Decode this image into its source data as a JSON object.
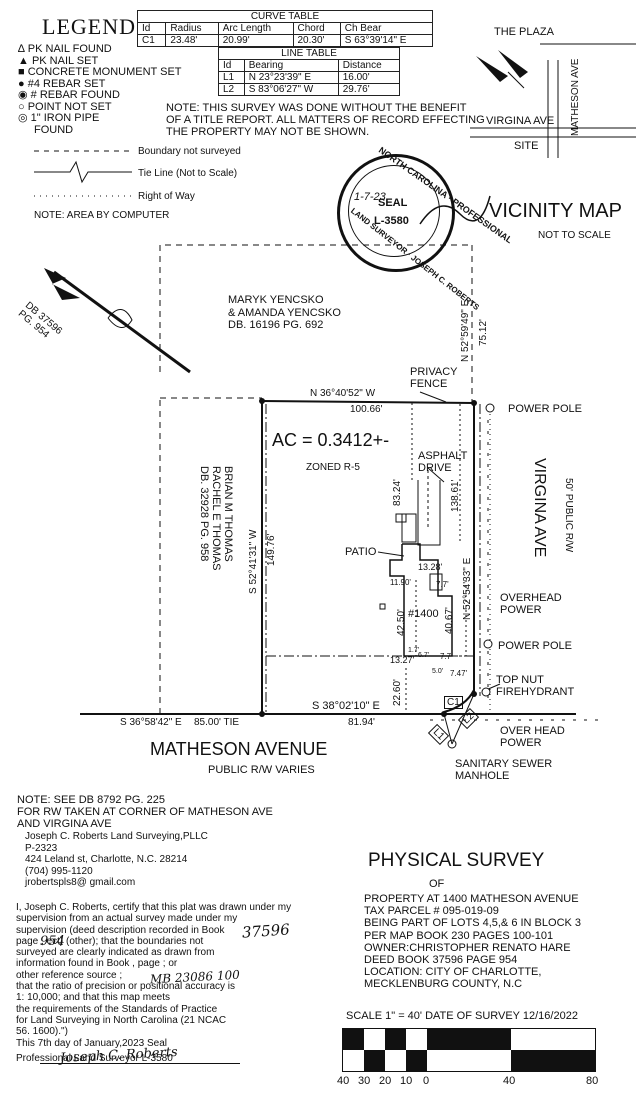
{
  "legend": {
    "title": "LEGEND",
    "items": [
      "PK NAIL FOUND",
      "PK NAIL SET",
      "CONCRETE MONUMENT SET",
      "#4 REBAR SET",
      "# REBAR FOUND",
      "POINT NOT SET",
      "1\" IRON PIPE",
      "FOUND"
    ],
    "lines": [
      "Boundary not surveyed",
      "Tie Line (Not to Scale)",
      "Right of Way"
    ],
    "note": "NOTE: AREA BY COMPUTER"
  },
  "curve_table": {
    "title": "CURVE TABLE",
    "headers": [
      "Id",
      "Radius",
      "Arc Length",
      "Chord",
      "Ch Bear"
    ],
    "rows": [
      [
        "C1",
        "23.48'",
        "20.99'",
        "20.30'",
        "S 63°39'14\" E"
      ]
    ]
  },
  "line_table": {
    "title": "LINE TABLE",
    "headers": [
      "Id",
      "Bearing",
      "Distance"
    ],
    "rows": [
      [
        "L1",
        "N 23°23'39\" E",
        "16.00'"
      ],
      [
        "L2",
        "S 83°06'27\" W",
        "29.76'"
      ]
    ]
  },
  "title_note": [
    "NOTE: THIS SURVEY WAS DONE WITHOUT THE BENEFIT",
    "OF A TITLE REPORT. ALL MATTERS OF RECORD EFFECTING",
    "THE PROPERTY MAY NOT BE SHOWN."
  ],
  "vicinity": {
    "plaza": "THE PLAZA",
    "matheson": "MATHESON AVE",
    "virgina": "VIRGINA AVE",
    "site": "SITE",
    "title": "VICINITY MAP",
    "scale": "NOT TO SCALE"
  },
  "seal": {
    "outer": "NORTH CAROLINA · PROFESSIONAL",
    "bottom": "LAND SURVEYOR · JOSEPH C. ROBERTS",
    "seal": "SEAL",
    "number": "L-3580",
    "date": "1-7-23"
  },
  "plat": {
    "db_note": [
      "DB 37596",
      "PG. 954"
    ],
    "neighbor_north": [
      "MARYK YENCSKO",
      "& AMANDA YENCSKO",
      "DB. 16196 PG. 692"
    ],
    "neighbor_west": [
      "BRIAN M THOMAS",
      "RACHEL E THOMAS",
      "DB. 32928 PG. 958"
    ],
    "n_bearing_east": "N 52°59'49\" E",
    "d_east_top": "75.12'",
    "privacy": [
      "PRIVACY",
      "FENCE"
    ],
    "n_bearing_north": "N 36°40'52\" W",
    "d_north": "100.66'",
    "power_pole_1": "POWER POLE",
    "area": "AC = 0.3412+-",
    "zoned": "ZONED R-5",
    "asphalt": [
      "ASPHALT",
      "DRIVE"
    ],
    "d_8324": "83.24'",
    "d_13861": "138.61'",
    "virgina_ave": "VIRGINA AVE",
    "public_rw": "50' PUBLIC R/W",
    "west_bearing": "S 52°41'31\" W",
    "d_west": "149.76'",
    "patio": "PATIO",
    "d_1328": "13.28'",
    "d_1190": "11.90'",
    "d_77a": "7.7'",
    "e_bearing": "N 52°54'33\" E",
    "overhead_power": [
      "OVERHEAD",
      "POWER"
    ],
    "house": "#1400",
    "d_4250": "42.50'",
    "d_4067": "40.67'",
    "power_pole_2": "POWER POLE",
    "d_17": "1.7'",
    "d_67": "6.7'",
    "d_77b": "7.7'",
    "d_1327": "13.27'",
    "d_50": "5.0'",
    "d_747": "7.47'",
    "d_2260": "22.60'",
    "top_nut": [
      "TOP NUT",
      "FIREHYDRANT"
    ],
    "c1": "C1",
    "s_bearing_front": "S 38°02'10\" E",
    "s_bearing_tie": "S 36°58'42\" E",
    "d_8500": "85.00' TIE",
    "d_8194": "81.94'",
    "l1": "L1",
    "l2": "L2",
    "overhead_power_2": [
      "OVER HEAD",
      "POWER"
    ],
    "street": "MATHESON AVENUE",
    "street_rw": "PUBLIC R/W VARIES",
    "sewer": [
      "SANITARY SEWER",
      "MANHOLE"
    ]
  },
  "rw_note": [
    "NOTE: SEE DB 8792 PG. 225",
    "FOR RW TAKEN AT CORNER OF MATHESON AVE",
    "AND VIRGINA AVE"
  ],
  "surveyor": [
    "Joseph C. Roberts Land Surveying,PLLC",
    "P-2323",
    "424 Leland st, Charlotte, N.C. 28214",
    "(704) 995-1120",
    "jrobertspls8@ gmail.com"
  ],
  "certification": [
    "I, Joseph C. Roberts, certify that this plat was drawn under my",
    "supervision from an actual survey made under my",
    "supervision (deed description recorded in Book",
    "page       , ect) (other); that the boundaries not",
    "surveyed are clearly indicated as drawn from",
    "information found in Book          , page          ; or",
    "other reference source                            ;",
    "that the ratio of precision or positional accuracy is",
    "1: 10,000; and that this map meets",
    "the requirements of the Standards of Practice",
    "for Land Surveying in North Carolina (21 NCAC",
    "56. 1600).\")",
    "This 7th day of January,2023 Seal",
    "Professional Land Surveyor L-3580"
  ],
  "handwriting": {
    "book": "37596",
    "page": "954",
    "mb": "MB 23086 100",
    "signature": "Joseph C. Roberts"
  },
  "physical_survey": {
    "title": "PHYSICAL SURVEY",
    "of": "OF",
    "lines": [
      "PROPERTY AT 1400 MATHESON AVENUE",
      "TAX PARCEL # 095-019-09",
      "BEING PART OF LOTS 4,5,& 6 IN BLOCK 3",
      "PER MAP BOOK 230 PAGES 100-101",
      "OWNER:CHRISTOPHER RENATO HARE",
      "DEED BOOK 37596 PAGE 954",
      "LOCATION: CITY OF CHARLOTTE,",
      "MECKLENBURG COUNTY, N.C"
    ]
  },
  "scale": {
    "text": "SCALE 1\" = 40' DATE OF SURVEY 12/16/2022",
    "ticks": [
      "40",
      "30",
      "20",
      "10",
      "0",
      "40",
      "80"
    ]
  }
}
